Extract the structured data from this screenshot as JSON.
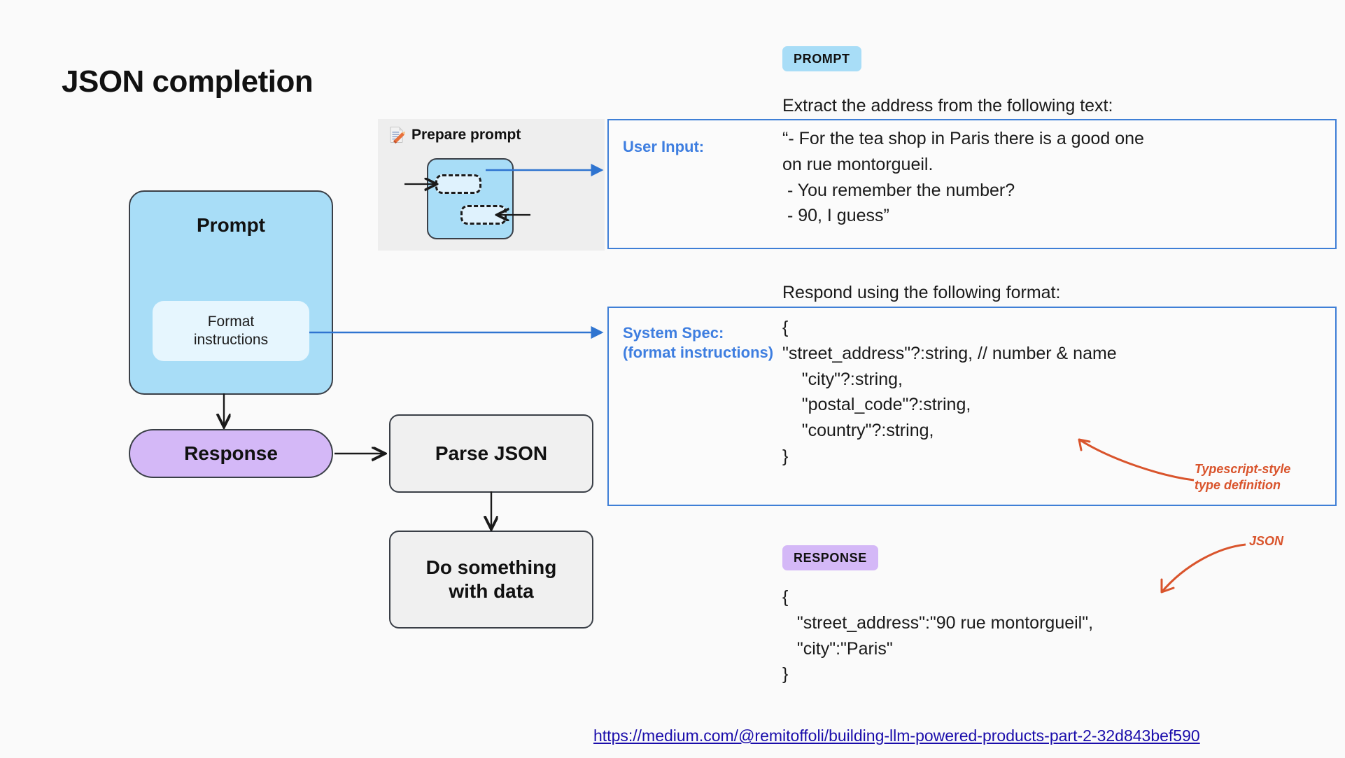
{
  "page": {
    "title": "JSON completion",
    "background_color": "#fafafa"
  },
  "flow": {
    "prompt_box": {
      "label": "Prompt",
      "color": "#a8ddf7"
    },
    "format_instructions_box": {
      "label": "Format\ninstructions",
      "color": "#e6f6fe"
    },
    "response_box": {
      "label": "Response",
      "color": "#d4b8f7"
    },
    "parse_json_box": {
      "label": "Parse JSON",
      "color": "#f0f0f0"
    },
    "do_something_box": {
      "label": "Do something\nwith data",
      "color": "#f0f0f0"
    }
  },
  "prepare_prompt": {
    "label": "Prepare prompt",
    "icon": "memo-pencil-icon",
    "panel_color": "#eeeeee"
  },
  "right_column": {
    "prompt_badge": {
      "label": "PROMPT",
      "color": "#a8ddf7"
    },
    "response_badge": {
      "label": "RESPONSE",
      "color": "#d4b8f7"
    },
    "prompt_intro": "Extract the address from the following text:",
    "user_input_key": "User Input:",
    "user_input_text": "“- For the tea shop in Paris there is a good one\non rue montorgueil.\n - You remember the number?\n - 90, I guess”",
    "format_intro": "Respond using the following format:",
    "system_spec_key_line1": "System Spec:",
    "system_spec_key_line2": "(format instructions)",
    "system_spec_text": "{\n\"street_address\"?:string, // number & name\n    \"city\"?:string,\n    \"postal_code\"?:string,\n    \"country\"?:string,\n}",
    "response_text": "{\n   \"street_address\":\"90 rue montorgueil\",\n   \"city\":\"Paris\"\n}",
    "panel_border_color": "#3f7fd6",
    "key_text_color": "#3e7ee0"
  },
  "annotations": {
    "typescript_note": "Typescript-style\ntype definition",
    "json_note": "JSON",
    "color": "#d9542c"
  },
  "footer": {
    "source_url": "https://medium.com/@remitoffoli/building-llm-powered-products-part-2-32d843bef590",
    "link_color": "#1a0dab"
  }
}
